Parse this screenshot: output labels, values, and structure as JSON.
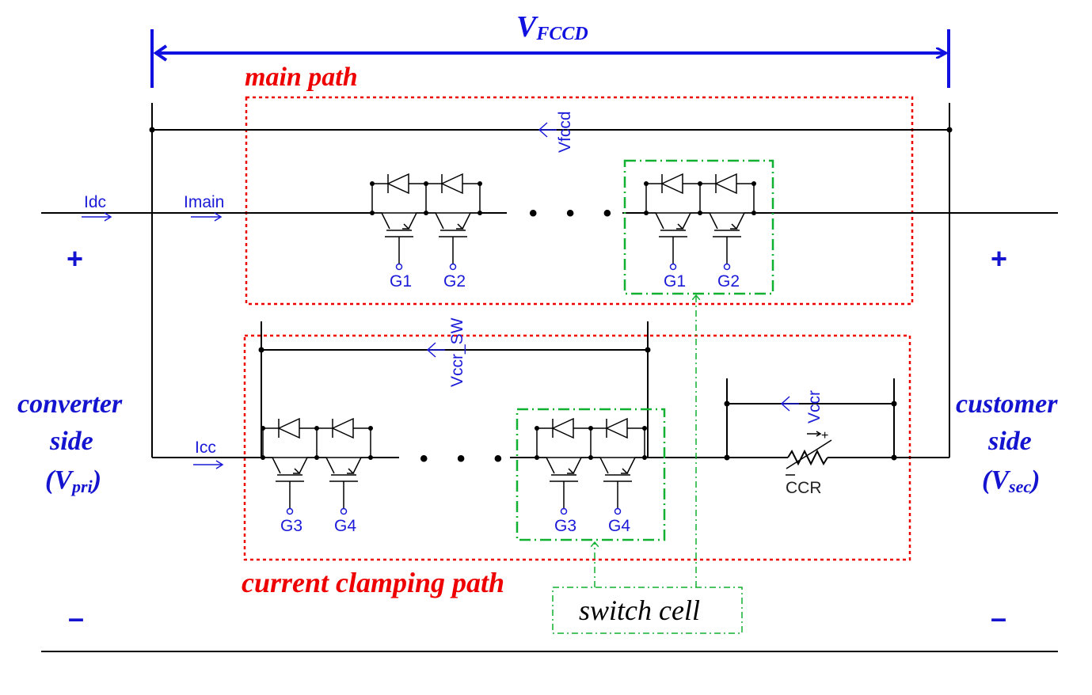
{
  "title": {
    "main": "V",
    "sub": "FCCD"
  },
  "regions": {
    "main_path": "main path",
    "clamp_path": "current clamping path",
    "switch_cell": "switch cell"
  },
  "sides": {
    "left": {
      "line1": "converter",
      "line2": "side",
      "v": "V",
      "vsub": "pri"
    },
    "right": {
      "line1": "customer",
      "line2": "side",
      "v": "V",
      "vsub": "sec"
    },
    "plus": "+",
    "minus": "–"
  },
  "labels": {
    "idc": "Idc",
    "imain": "Imain",
    "icc": "Icc",
    "vfccd": "Vfccd",
    "vccr_sw": "Vccr_SW",
    "vccr": "Vccr",
    "ccr": "CCR",
    "ellipsis": "• • •"
  },
  "gates": {
    "top_left": [
      "G1",
      "G2"
    ],
    "top_right": [
      "G1",
      "G2"
    ],
    "bottom_left": [
      "G3",
      "G4"
    ],
    "bottom_right": [
      "G3",
      "G4"
    ]
  },
  "colors": {
    "blue": "#1010e0",
    "red": "#ee0000",
    "green": "#10b030",
    "wire": "#000000"
  }
}
